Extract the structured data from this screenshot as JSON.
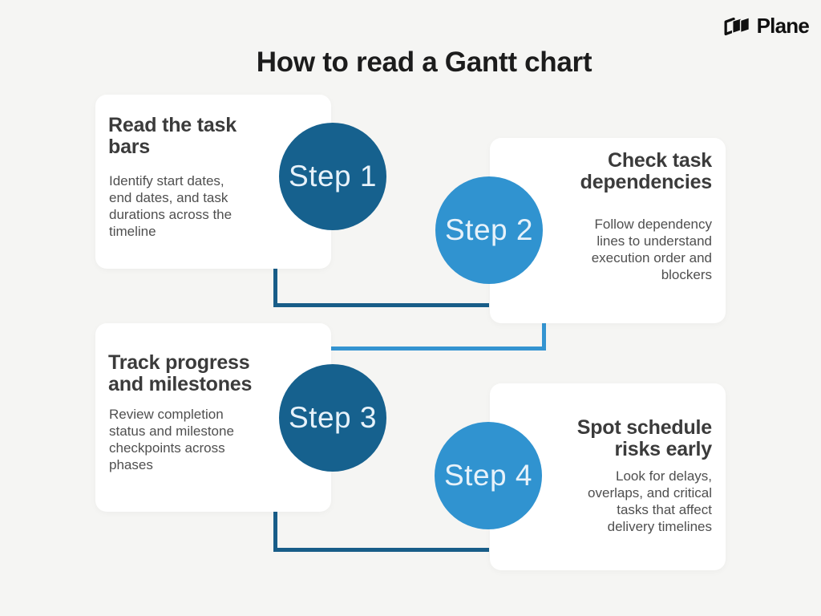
{
  "page": {
    "title": "How to read a Gantt chart"
  },
  "brand": {
    "name": "Plane",
    "logo_icon": "plane-logo-icon"
  },
  "colors": {
    "background": "#f5f5f3",
    "card_background": "#ffffff",
    "dark_blue_circle": "#16618e",
    "light_blue_circle": "#3093d0",
    "dark_connector": "#185d88",
    "light_connector": "#3494d1",
    "title_text": "#1c1c1c",
    "heading_text": "#3b3b3b",
    "body_text": "#4f4f4f",
    "step_label_text": "#e7f2fa"
  },
  "steps": [
    {
      "label": "Step 1",
      "heading": "Read the task\nbars",
      "description": "Identify start dates,\nend dates, and task\ndurations across the\ntimeline",
      "circle_style": "dark",
      "text_align": "left"
    },
    {
      "label": "Step 2",
      "heading": "Check task\ndependencies",
      "description": "Follow dependency\nlines to understand\nexecution order and\nblockers",
      "circle_style": "light",
      "text_align": "right"
    },
    {
      "label": "Step 3",
      "heading": "Track progress\nand milestones",
      "description": "Review completion\nstatus and milestone\ncheckpoints across\nphases",
      "circle_style": "dark",
      "text_align": "left"
    },
    {
      "label": "Step 4",
      "heading": "Spot schedule\nrisks early",
      "description": "Look for delays,\noverlaps, and critical\ntasks that affect\ndelivery timelines",
      "circle_style": "light",
      "text_align": "right"
    }
  ]
}
